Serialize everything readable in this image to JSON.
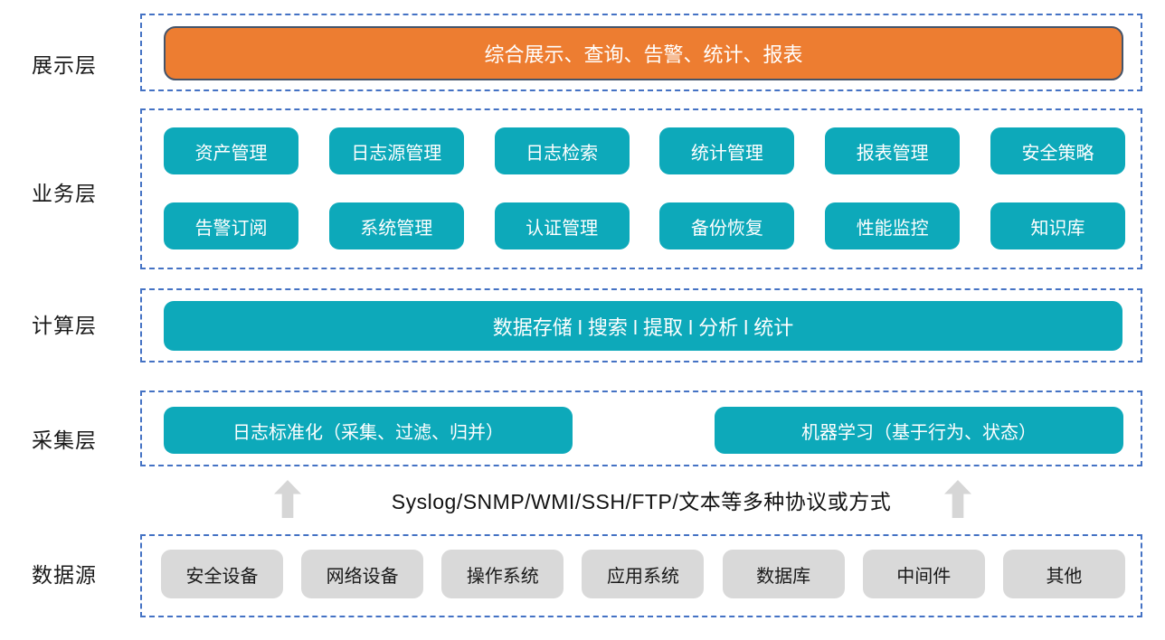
{
  "colors": {
    "teal": "#0DA9BA",
    "orange": "#ED7D31",
    "orange_border": "#44546A",
    "dashed_frame_blue": "#4472C4",
    "gray_box": "#D9D9D9",
    "arrow_gray": "#D6D6D6",
    "text_dark": "#1A1A1A",
    "text_light": "#FFFFFF"
  },
  "icons": {
    "up_arrow": "up-arrow (solid light-gray block arrow pointing up)"
  },
  "layers": {
    "presentation": {
      "label": "展示层",
      "box": "综合展示、查询、告警、统计、报表"
    },
    "business": {
      "label": "业务层",
      "row1": [
        "资产管理",
        "日志源管理",
        "日志检索",
        "统计管理",
        "报表管理",
        "安全策略"
      ],
      "row2": [
        "告警订阅",
        "系统管理",
        "认证管理",
        "备份恢复",
        "性能监控",
        "知识库"
      ]
    },
    "computing": {
      "label": "计算层",
      "box": "数据存储 l 搜索 l 提取 l 分析 l 统计"
    },
    "collection": {
      "label": "采集层",
      "boxes": [
        "日志标准化（采集、过滤、归并）",
        "机器学习（基于行为、状态）"
      ]
    },
    "protocol": {
      "text": "Syslog/SNMP/WMI/SSH/FTP/文本等多种协议或方式"
    },
    "datasource": {
      "label": "数据源",
      "boxes": [
        "安全设备",
        "网络设备",
        "操作系统",
        "应用系统",
        "数据库",
        "中间件",
        "其他"
      ]
    }
  }
}
